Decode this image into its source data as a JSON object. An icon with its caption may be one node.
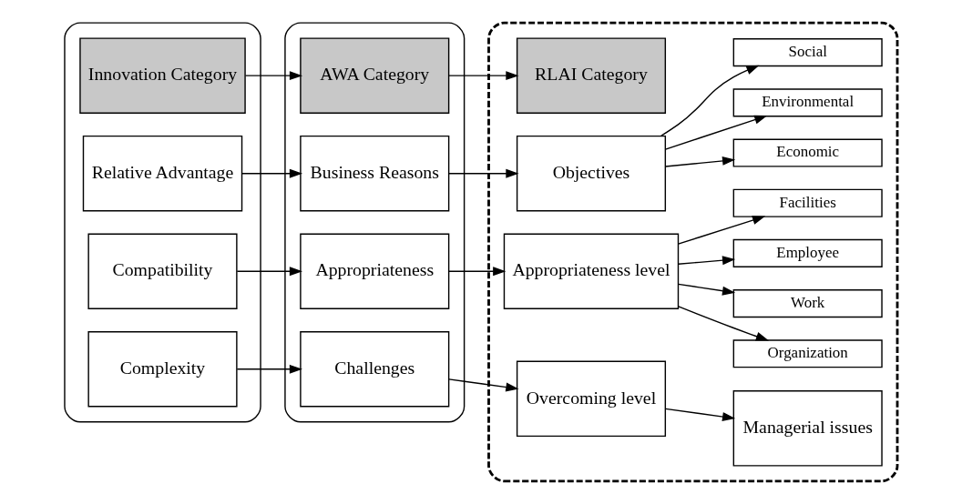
{
  "diagram": {
    "nodes": [
      {
        "text": [],
        "shape": "box"
      },
      {
        "text": [
          "Innovation Category"
        ],
        "in": 0
      },
      {
        "text": [
          "Relative Advantage"
        ],
        "in": 0
      },
      {
        "text": [
          "Compatibility"
        ],
        "in": 0
      },
      {
        "text": [
          "Complexity"
        ],
        "in": 0
      },
      {
        "text": [],
        "shape": "box"
      },
      {
        "text": [
          "AWA Category"
        ],
        "in": 5
      },
      {
        "text": [
          "Business Reasons"
        ],
        "in": 5
      },
      {
        "text": [
          "Appropriateness"
        ],
        "in": 5
      },
      {
        "text": [
          "Challenges"
        ],
        "in": 5
      },
      {
        "text": [],
        "shape": "box"
      },
      {
        "text": [
          "RLAI Category"
        ],
        "in": 10
      },
      {
        "text": [
          "Objectives"
        ],
        "in": 10
      },
      {
        "text": [
          "Appropriateness level"
        ],
        "in": 10
      },
      {
        "text": [
          "Overcoming level"
        ],
        "in": 10
      },
      {
        "text": [
          "Economic"
        ],
        "in": 10
      },
      {
        "text": [
          "Environmental"
        ],
        "in": 10
      },
      {
        "text": [
          "Social"
        ],
        "in": 10
      },
      {
        "text": [
          "Organization"
        ],
        "in": 10
      },
      {
        "text": [
          "Work"
        ],
        "in": 10
      },
      {
        "text": [
          "Employee"
        ],
        "in": 10
      },
      {
        "text": [
          "Facilities"
        ],
        "in": 10
      },
      {
        "text": [
          "Managerial issues"
        ],
        "in": 10
      }
    ],
    "edges": [
      {
        "from": 1,
        "to": 6,
        "arrow": "to"
      },
      {
        "from": 6,
        "to": 11,
        "arrow": "to"
      },
      {
        "from": 2,
        "to": 7,
        "arrow": "to"
      },
      {
        "from": 7,
        "to": 12,
        "arrow": "to"
      },
      {
        "from": 3,
        "to": 8,
        "arrow": "to"
      },
      {
        "from": 8,
        "to": 13,
        "arrow": "to"
      },
      {
        "from": 4,
        "to": 9,
        "arrow": "to"
      },
      {
        "from": 9,
        "to": 14,
        "arrow": "to"
      },
      {
        "from": 12,
        "to": 15,
        "arrow": "to"
      },
      {
        "from": 12,
        "to": 16,
        "arrow": "to"
      },
      {
        "from": 12,
        "to": 17,
        "arrow": "to"
      },
      {
        "from": 13,
        "to": 18,
        "arrow": "to"
      },
      {
        "from": 13,
        "to": 19,
        "arrow": "to"
      },
      {
        "from": 13,
        "to": 20,
        "arrow": "to"
      },
      {
        "from": 13,
        "to": 21,
        "arrow": "to"
      },
      {
        "from": 14,
        "to": 22,
        "arrow": "to"
      }
    ]
  }
}
